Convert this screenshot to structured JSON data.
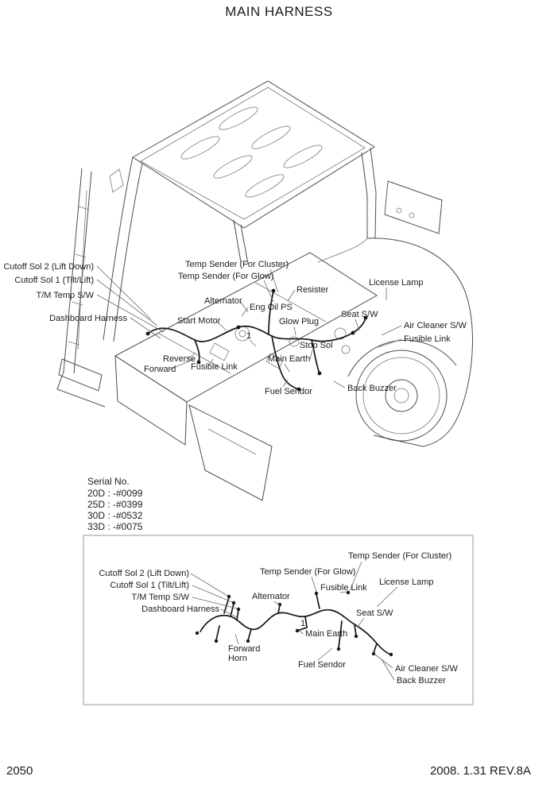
{
  "page": {
    "title": "MAIN HARNESS",
    "page_number": "2050",
    "revision": "2008. 1.31 REV.8A"
  },
  "serial_block": {
    "heading": "Serial No.",
    "entries": [
      "20D : -#0099",
      "25D : -#0399",
      "30D : -#0532",
      "33D : -#0075"
    ]
  },
  "main_diagram": {
    "ref_number": "1",
    "labels": [
      "Temp Sender (For Cluster)",
      "Temp Sender (For Glow)",
      "Cutoff Sol 2 (Lift Down)",
      "Cutoff Sol 1 (Tilt/Lift)",
      "T/M Temp S/W",
      "Dashboard Harness",
      "Alternator",
      "Eng Oil PS",
      "Resister",
      "License Lamp",
      "Start Motor",
      "Glow Plug",
      "Seat S/W",
      "Air Cleaner S/W",
      "Fusible Link",
      "Stop Sol",
      "Reverse",
      "Forward",
      "Fusible Link",
      "Main Earth",
      "Fuel Sendor",
      "Back Buzzer"
    ]
  },
  "inset_diagram": {
    "ref_number": "1",
    "labels": [
      "Temp Sender (For Cluster)",
      "Temp Sender (For Glow)",
      "Cutoff Sol 2 (Lift Down)",
      "Cutoff Sol 1 (Tilt/Lift)",
      "Fusible Link",
      "License Lamp",
      "T/M Temp S/W",
      "Alternator",
      "Dashboard Harness",
      "Seat S/W",
      "Main Earth",
      "Forward",
      "Horn",
      "Fuel Sendor",
      "Air Cleaner S/W",
      "Back Buzzer"
    ]
  }
}
